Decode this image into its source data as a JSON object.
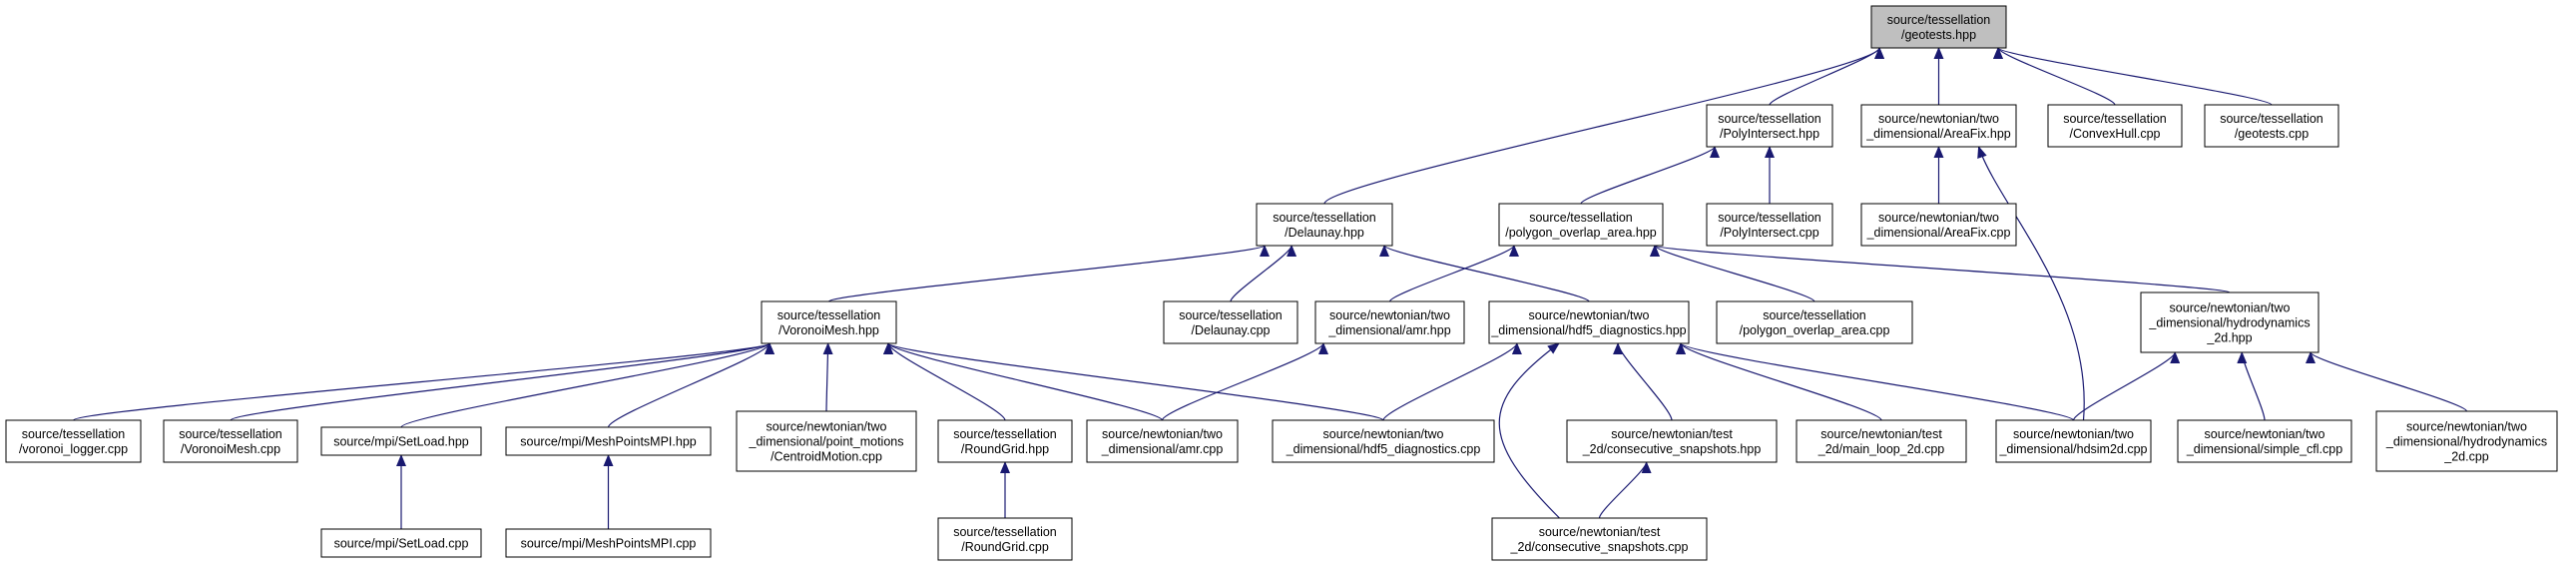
{
  "colors": {
    "edge": "#191970",
    "node_fill": "#ffffff",
    "root_fill": "#bfbfbf",
    "node_border": "#000000"
  },
  "nodes": {
    "geotests_hpp": {
      "lines": [
        "source/tessellation",
        "/geotests.hpp"
      ],
      "root": true
    },
    "delaunay_hpp": {
      "lines": [
        "source/tessellation",
        "/Delaunay.hpp"
      ]
    },
    "polyintersect_hpp": {
      "lines": [
        "source/tessellation",
        "/PolyIntersect.hpp"
      ]
    },
    "areafix_hpp": {
      "lines": [
        "source/newtonian/two",
        "_dimensional/AreaFix.hpp"
      ]
    },
    "convexhull_cpp": {
      "lines": [
        "source/tessellation",
        "/ConvexHull.cpp"
      ]
    },
    "geotests_cpp": {
      "lines": [
        "source/tessellation",
        "/geotests.cpp"
      ]
    },
    "polygon_overlap_hpp": {
      "lines": [
        "source/tessellation",
        "/polygon_overlap_area.hpp"
      ]
    },
    "polyintersect_cpp": {
      "lines": [
        "source/tessellation",
        "/PolyIntersect.cpp"
      ]
    },
    "areafix_cpp": {
      "lines": [
        "source/newtonian/two",
        "_dimensional/AreaFix.cpp"
      ]
    },
    "voronoimesh_hpp": {
      "lines": [
        "source/tessellation",
        "/VoronoiMesh.hpp"
      ]
    },
    "delaunay_cpp": {
      "lines": [
        "source/tessellation",
        "/Delaunay.cpp"
      ]
    },
    "amr_hpp": {
      "lines": [
        "source/newtonian/two",
        "_dimensional/amr.hpp"
      ]
    },
    "hdf5_diag_hpp": {
      "lines": [
        "source/newtonian/two",
        "_dimensional/hdf5_diagnostics.hpp"
      ]
    },
    "polygon_overlap_cpp": {
      "lines": [
        "source/tessellation",
        "/polygon_overlap_area.cpp"
      ]
    },
    "hydro2d_hpp": {
      "lines": [
        "source/newtonian/two",
        "_dimensional/hydrodynamics",
        "_2d.hpp"
      ]
    },
    "voronoi_logger_cpp": {
      "lines": [
        "source/tessellation",
        "/voronoi_logger.cpp"
      ]
    },
    "voronoimesh_cpp": {
      "lines": [
        "source/tessellation",
        "/VoronoiMesh.cpp"
      ]
    },
    "setload_hpp": {
      "lines": [
        "source/mpi/SetLoad.hpp"
      ]
    },
    "meshpointsmpi_hpp": {
      "lines": [
        "source/mpi/MeshPointsMPI.hpp"
      ]
    },
    "centroidmotion_cpp": {
      "lines": [
        "source/newtonian/two",
        "_dimensional/point_motions",
        "/CentroidMotion.cpp"
      ]
    },
    "roundgrid_hpp": {
      "lines": [
        "source/tessellation",
        "/RoundGrid.hpp"
      ]
    },
    "amr_cpp": {
      "lines": [
        "source/newtonian/two",
        "_dimensional/amr.cpp"
      ]
    },
    "hdf5_diag_cpp": {
      "lines": [
        "source/newtonian/two",
        "_dimensional/hdf5_diagnostics.cpp"
      ]
    },
    "consec_snap_hpp": {
      "lines": [
        "source/newtonian/test",
        "_2d/consecutive_snapshots.hpp"
      ]
    },
    "main_loop_cpp": {
      "lines": [
        "source/newtonian/test",
        "_2d/main_loop_2d.cpp"
      ]
    },
    "hdsim2d_cpp": {
      "lines": [
        "source/newtonian/two",
        "_dimensional/hdsim2d.cpp"
      ]
    },
    "simple_cfl_cpp": {
      "lines": [
        "source/newtonian/two",
        "_dimensional/simple_cfl.cpp"
      ]
    },
    "hydro2d_cpp": {
      "lines": [
        "source/newtonian/two",
        "_dimensional/hydrodynamics",
        "_2d.cpp"
      ]
    },
    "setload_cpp": {
      "lines": [
        "source/mpi/SetLoad.cpp"
      ]
    },
    "meshpointsmpi_cpp": {
      "lines": [
        "source/mpi/MeshPointsMPI.cpp"
      ]
    },
    "roundgrid_cpp": {
      "lines": [
        "source/tessellation",
        "/RoundGrid.cpp"
      ]
    },
    "consec_snap_cpp": {
      "lines": [
        "source/newtonian/test",
        "_2d/consecutive_snapshots.cpp"
      ]
    }
  },
  "edges": [
    [
      "delaunay_hpp",
      "geotests_hpp"
    ],
    [
      "polyintersect_hpp",
      "geotests_hpp"
    ],
    [
      "areafix_hpp",
      "geotests_hpp"
    ],
    [
      "convexhull_cpp",
      "geotests_hpp"
    ],
    [
      "geotests_cpp",
      "geotests_hpp"
    ],
    [
      "polygon_overlap_hpp",
      "polyintersect_hpp"
    ],
    [
      "polyintersect_cpp",
      "polyintersect_hpp"
    ],
    [
      "areafix_cpp",
      "areafix_hpp"
    ],
    [
      "hdsim2d_cpp",
      "areafix_hpp"
    ],
    [
      "voronoimesh_hpp",
      "delaunay_hpp"
    ],
    [
      "delaunay_cpp",
      "delaunay_hpp"
    ],
    [
      "hdf5_diag_hpp",
      "delaunay_hpp"
    ],
    [
      "amr_hpp",
      "polygon_overlap_hpp"
    ],
    [
      "polygon_overlap_cpp",
      "polygon_overlap_hpp"
    ],
    [
      "hydro2d_hpp",
      "polygon_overlap_hpp"
    ],
    [
      "voronoi_logger_cpp",
      "voronoimesh_hpp"
    ],
    [
      "voronoimesh_cpp",
      "voronoimesh_hpp"
    ],
    [
      "setload_hpp",
      "voronoimesh_hpp"
    ],
    [
      "meshpointsmpi_hpp",
      "voronoimesh_hpp"
    ],
    [
      "centroidmotion_cpp",
      "voronoimesh_hpp"
    ],
    [
      "roundgrid_hpp",
      "voronoimesh_hpp"
    ],
    [
      "amr_cpp",
      "voronoimesh_hpp"
    ],
    [
      "hdf5_diag_cpp",
      "voronoimesh_hpp"
    ],
    [
      "amr_cpp",
      "amr_hpp"
    ],
    [
      "hdf5_diag_cpp",
      "hdf5_diag_hpp"
    ],
    [
      "consec_snap_hpp",
      "hdf5_diag_hpp"
    ],
    [
      "main_loop_cpp",
      "hdf5_diag_hpp"
    ],
    [
      "hdsim2d_cpp",
      "hdf5_diag_hpp"
    ],
    [
      "consec_snap_cpp",
      "hdf5_diag_hpp"
    ],
    [
      "hdsim2d_cpp",
      "hydro2d_hpp"
    ],
    [
      "simple_cfl_cpp",
      "hydro2d_hpp"
    ],
    [
      "hydro2d_cpp",
      "hydro2d_hpp"
    ],
    [
      "setload_cpp",
      "setload_hpp"
    ],
    [
      "meshpointsmpi_cpp",
      "meshpointsmpi_hpp"
    ],
    [
      "roundgrid_cpp",
      "roundgrid_hpp"
    ],
    [
      "consec_snap_cpp",
      "consec_snap_hpp"
    ]
  ]
}
